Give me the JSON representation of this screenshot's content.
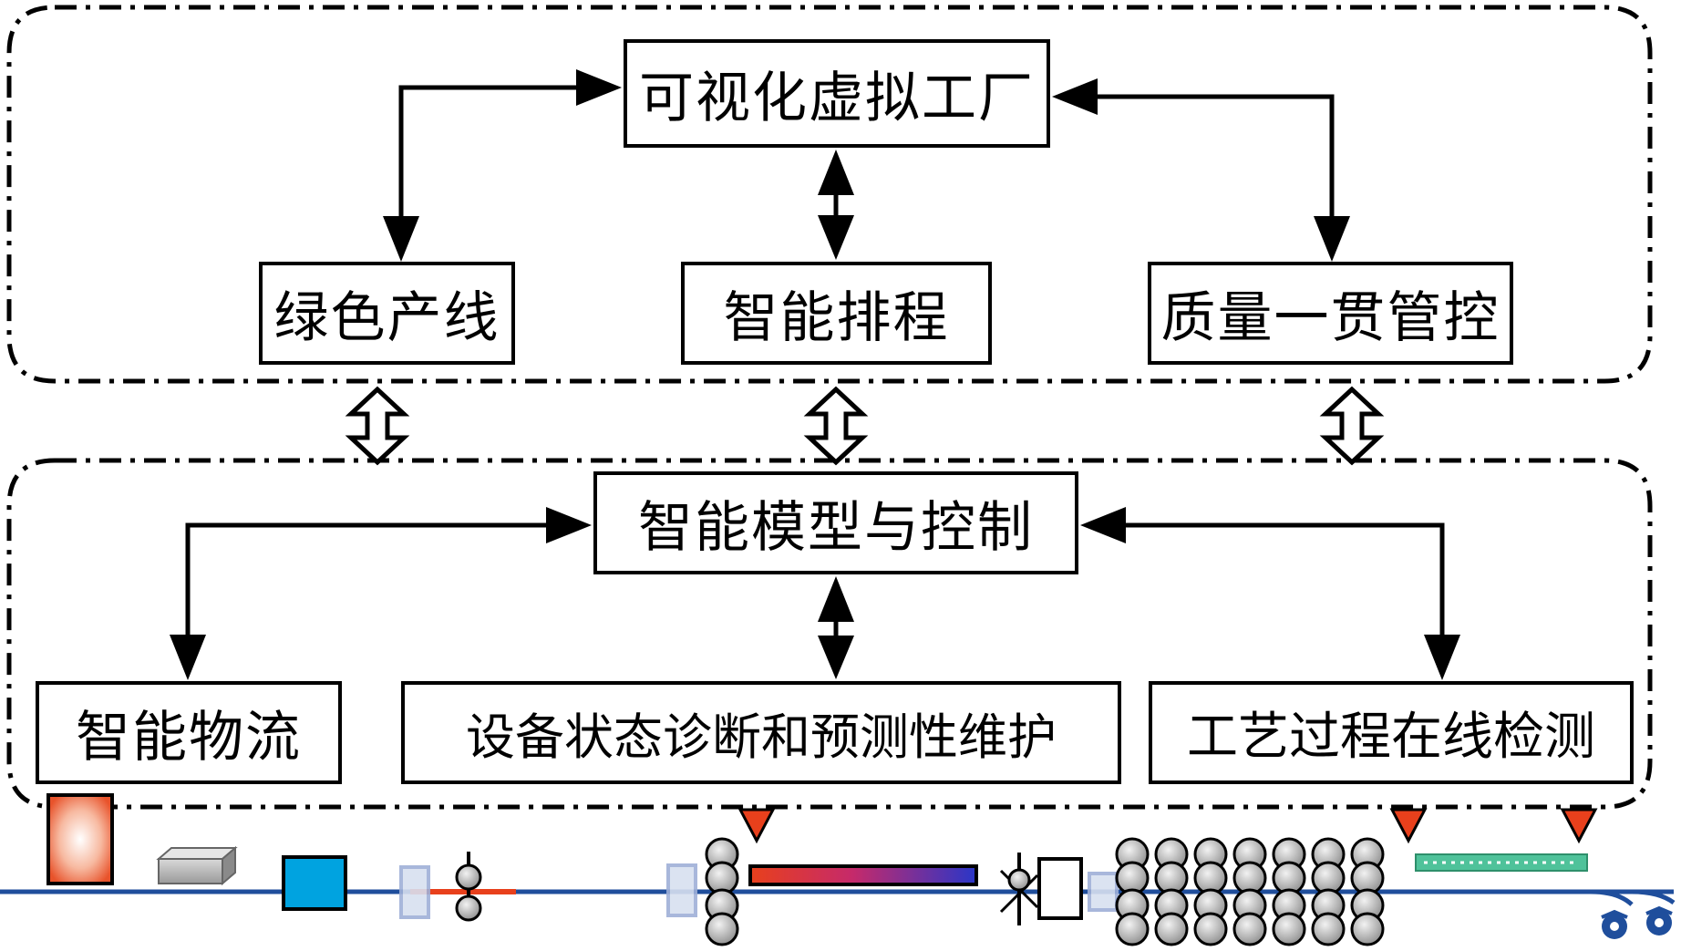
{
  "diagram": {
    "top_box": "可视化虚拟工厂",
    "upper_row": [
      "绿色产线",
      "智能排程",
      "质量一贯管控"
    ],
    "middle_box": "智能模型与控制",
    "lower_row": [
      "智能物流",
      "设备状态诊断和预测性维护",
      "工艺过程在线检测"
    ]
  },
  "colors": {
    "line": "#000000",
    "production_line": "#1f4e9c",
    "furnace": "#e8532b",
    "tank": "#00a3e0",
    "sensor_marker": "#e8401c",
    "strip_hot": "#e8401c",
    "detector_bar": "#4fc29a",
    "roll_gray": "#a6a6a6"
  },
  "icons": [
    "reheating-furnace-icon",
    "slab-block-icon",
    "descaler-tank-icon",
    "roll-stand-icon",
    "sensor-marker-icon",
    "heated-strip-icon",
    "finishing-mill-icon",
    "cooling-detector-icon",
    "coiler-icon"
  ]
}
